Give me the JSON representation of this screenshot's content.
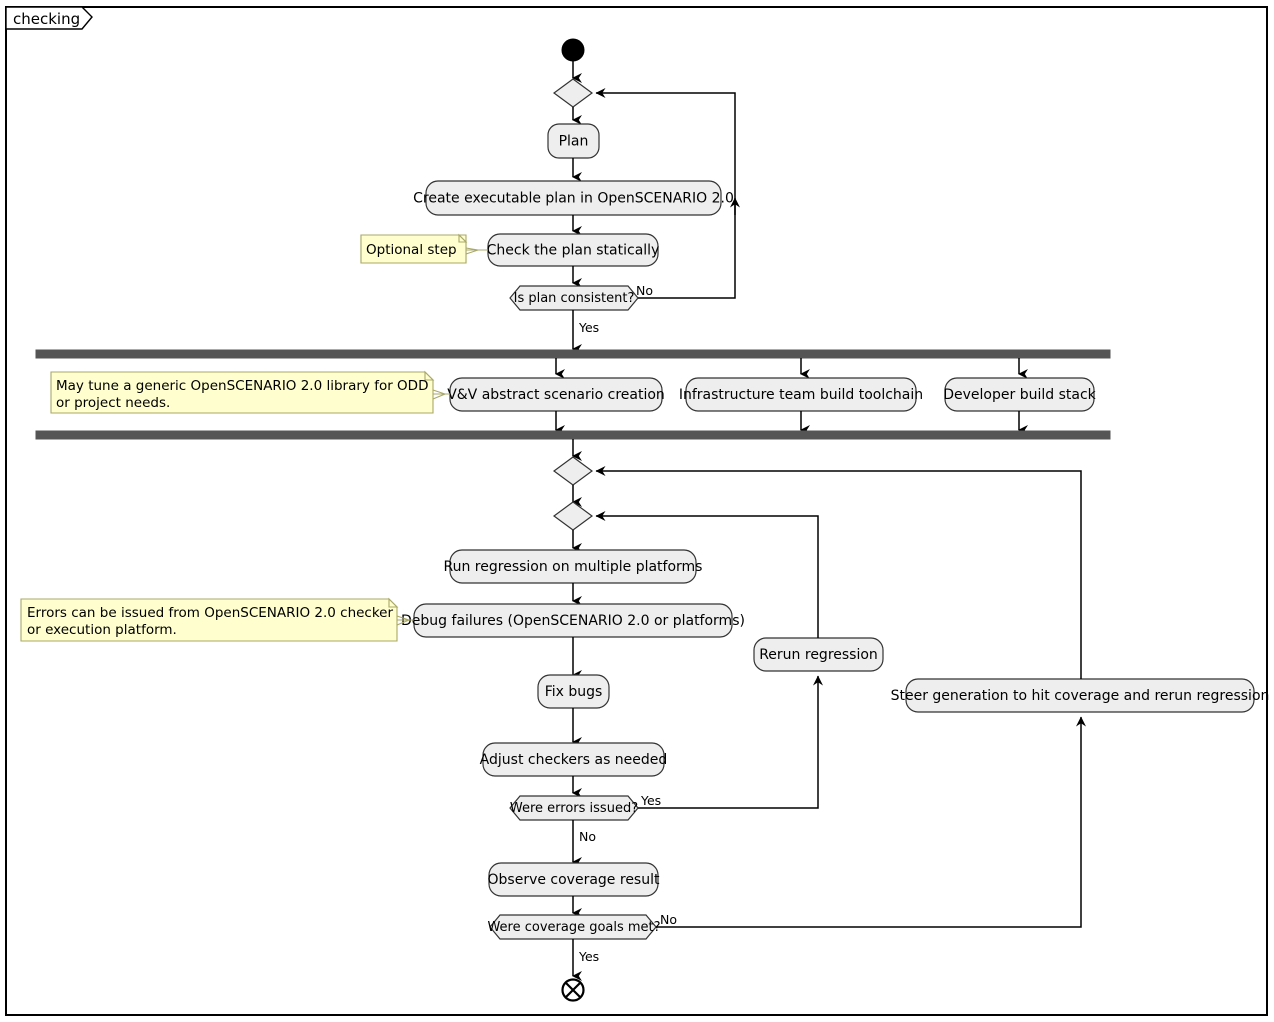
{
  "frame": {
    "tab_label": "checking"
  },
  "nodes": {
    "start": {
      "name": "start-node"
    },
    "merge_plan": {
      "name": "merge-plan"
    },
    "plan": {
      "label": "Plan"
    },
    "create_plan": {
      "label": "Create executable plan in OpenSCENARIO 2.0"
    },
    "check_static": {
      "label": "Check the plan statically"
    },
    "decision_consistent": {
      "label": "Is plan consistent?"
    },
    "fork_bar": {
      "name": "fork-bar"
    },
    "vv_creation": {
      "label": "V&V abstract scenario creation"
    },
    "infra_toolchain": {
      "label": "Infrastructure team build toolchain"
    },
    "developer_stack": {
      "label": "Developer build stack"
    },
    "join_bar": {
      "name": "join-bar"
    },
    "merge_coverage": {
      "name": "merge-coverage-loop"
    },
    "merge_errors": {
      "name": "merge-errors-loop"
    },
    "run_regression": {
      "label": "Run regression on multiple platforms"
    },
    "debug_failures": {
      "label": "Debug failures (OpenSCENARIO 2.0 or platforms)"
    },
    "fix_bugs": {
      "label": "Fix bugs"
    },
    "adjust_checkers": {
      "label": "Adjust checkers as needed"
    },
    "decision_errors": {
      "label": "Were errors issued?"
    },
    "rerun_regression": {
      "label": "Rerun regression"
    },
    "observe_coverage": {
      "label": "Observe coverage result"
    },
    "decision_coverage": {
      "label": "Were coverage goals met?"
    },
    "steer_generation": {
      "label": "Steer generation to hit coverage and rerun regression"
    },
    "end": {
      "name": "end-node"
    }
  },
  "edge_labels": {
    "consistent_no": "No",
    "consistent_yes": "Yes",
    "errors_yes": "Yes",
    "errors_no": "No",
    "coverage_no": "No",
    "coverage_yes": "Yes"
  },
  "notes": {
    "optional_step": {
      "lines": [
        "Optional step"
      ]
    },
    "tune_library": {
      "line1": "May tune a generic OpenSCENARIO 2.0 library for ODD",
      "line2": "or project needs."
    },
    "errors_source": {
      "line1": "Errors can be issued from OpenSCENARIO 2.0 checker",
      "line2": "or execution platform."
    }
  },
  "colors": {
    "activity_fill": "#EEEEEE",
    "activity_stroke": "#333333",
    "note_fill": "#FEFECE",
    "note_stroke": "#A8A868",
    "bar_fill": "#555555",
    "line": "#000000",
    "background": "#FFFFFF"
  }
}
